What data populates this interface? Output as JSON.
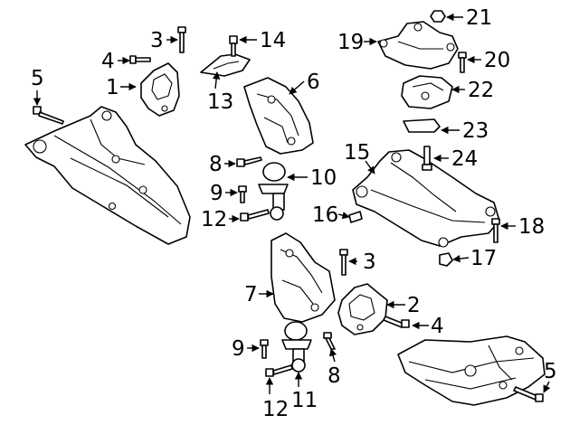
{
  "diagram": {
    "callouts": [
      {
        "id": "c1",
        "text": "1"
      },
      {
        "id": "c2",
        "text": "2"
      },
      {
        "id": "c3a",
        "text": "3"
      },
      {
        "id": "c3b",
        "text": "3"
      },
      {
        "id": "c4a",
        "text": "4"
      },
      {
        "id": "c4b",
        "text": "4"
      },
      {
        "id": "c5a",
        "text": "5"
      },
      {
        "id": "c5b",
        "text": "5"
      },
      {
        "id": "c6",
        "text": "6"
      },
      {
        "id": "c7",
        "text": "7"
      },
      {
        "id": "c8a",
        "text": "8"
      },
      {
        "id": "c8b",
        "text": "8"
      },
      {
        "id": "c9a",
        "text": "9"
      },
      {
        "id": "c9b",
        "text": "9"
      },
      {
        "id": "c10",
        "text": "10"
      },
      {
        "id": "c11",
        "text": "11"
      },
      {
        "id": "c12a",
        "text": "12"
      },
      {
        "id": "c12b",
        "text": "12"
      },
      {
        "id": "c13",
        "text": "13"
      },
      {
        "id": "c14",
        "text": "14"
      },
      {
        "id": "c15",
        "text": "15"
      },
      {
        "id": "c16",
        "text": "16"
      },
      {
        "id": "c17",
        "text": "17"
      },
      {
        "id": "c18",
        "text": "18"
      },
      {
        "id": "c19",
        "text": "19"
      },
      {
        "id": "c20",
        "text": "20"
      },
      {
        "id": "c21",
        "text": "21"
      },
      {
        "id": "c22",
        "text": "22"
      },
      {
        "id": "c23",
        "text": "23"
      },
      {
        "id": "c24",
        "text": "24"
      }
    ]
  }
}
